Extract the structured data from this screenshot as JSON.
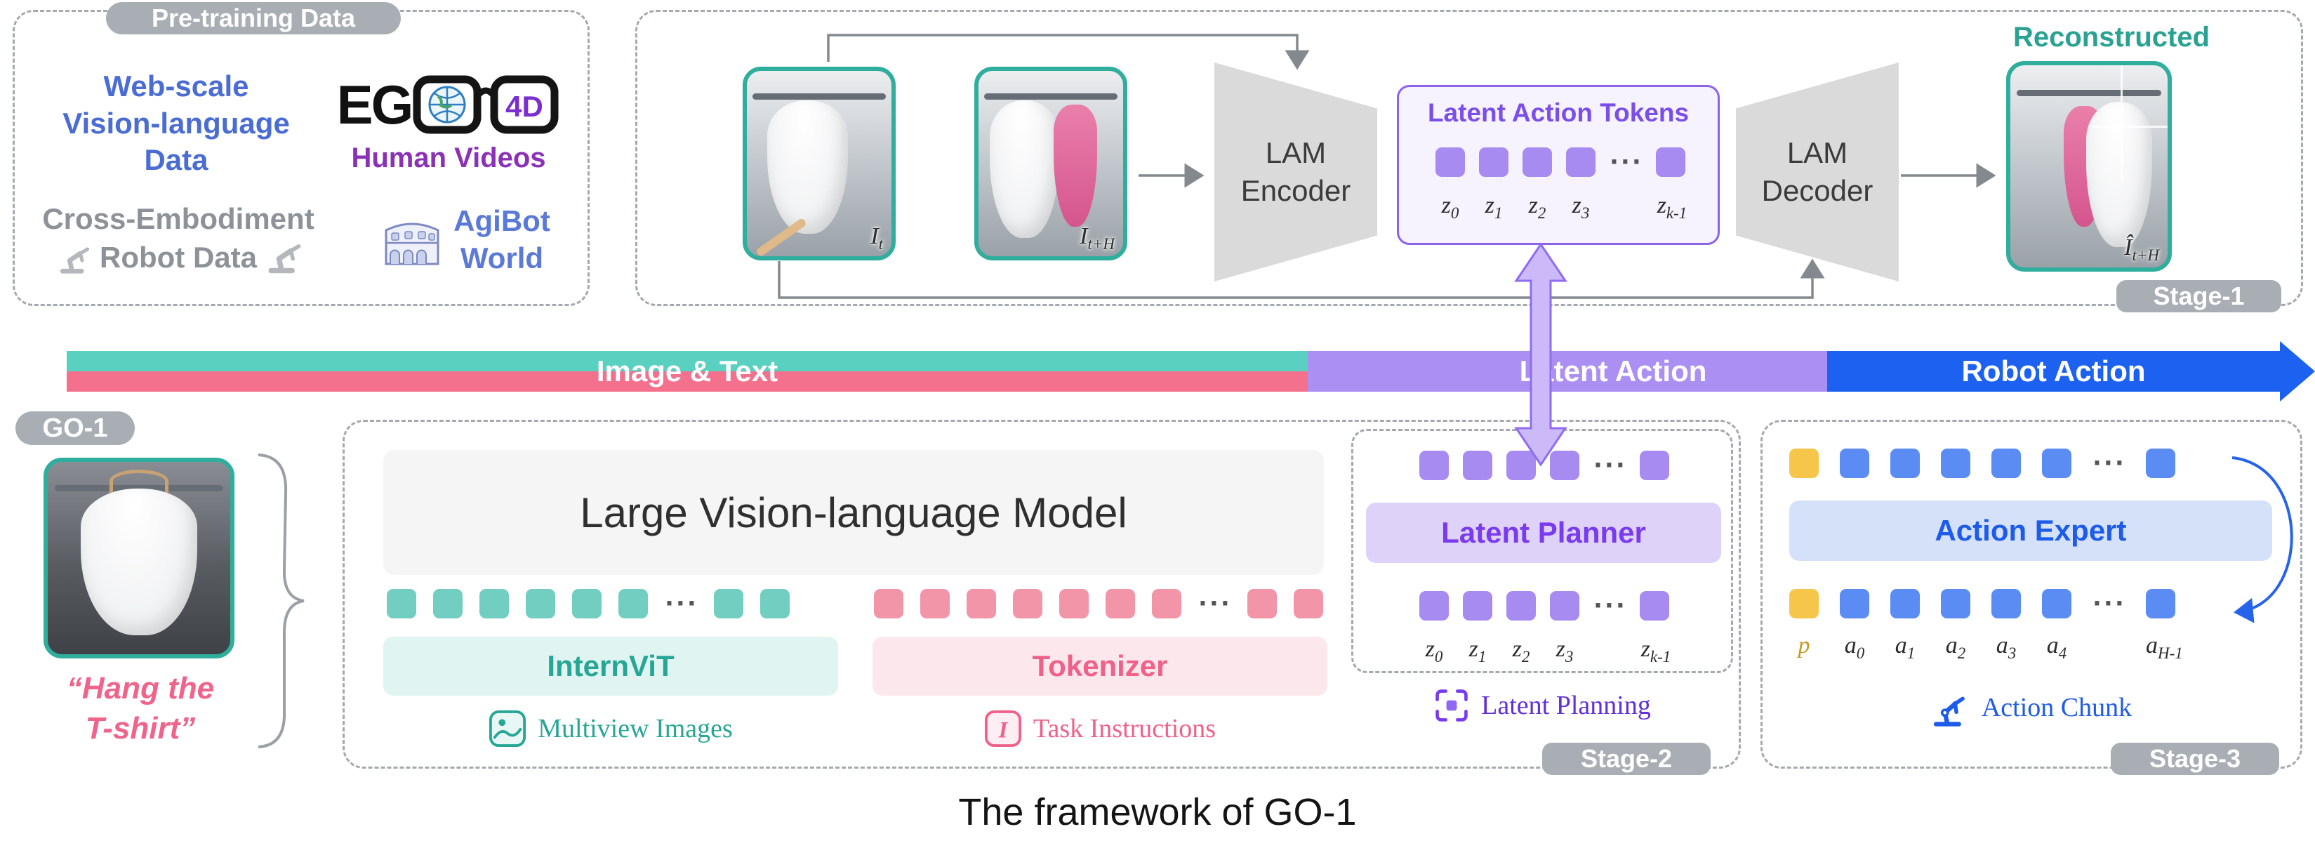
{
  "colors": {
    "teal": "#2fae9e",
    "pink": "#f0638b",
    "purple": "#7a3bf0",
    "blue": "#1d5be8",
    "yellow": "#f6c64b",
    "pill_gray": "#a9aeb4"
  },
  "caption": "The framework of GO-1",
  "pretraining": {
    "title": "Pre-training Data",
    "web_scale": "Web-scale\nVision-language\nData",
    "ego_prefix": "EG",
    "ego_4d": "4D",
    "human_videos": "Human Videos",
    "cross_embodiment": "Cross-Embodiment\nRobot Data",
    "agibot": "AgiBot\nWorld"
  },
  "stage1": {
    "label": "Stage-1",
    "encoder": "LAM\nEncoder",
    "decoder": "LAM\nDecoder",
    "tokens_title": "Latent Action Tokens",
    "reconstructed": "Reconstructed",
    "img1": {
      "b": "I",
      "s": "t"
    },
    "img2": {
      "b": "I",
      "s": "t+H"
    },
    "recon": {
      "b": "Î",
      "s": "t+H"
    }
  },
  "bar": {
    "image_text": "Image & Text",
    "latent_action": "Latent Action",
    "robot_action": "Robot Action"
  },
  "go1": {
    "label": "GO-1",
    "instruction": "“Hang the\nT-shirt”"
  },
  "stage2": {
    "label": "Stage-2",
    "vlm": "Large Vision-language Model",
    "internvit": "InternViT",
    "tokenizer": "Tokenizer",
    "multiview": "Multiview Images",
    "task_instructions": "Task Instructions",
    "task_icon_letter": "I",
    "latent_planner": "Latent Planner",
    "latent_planning": "Latent Planning"
  },
  "stage3": {
    "label": "Stage-3",
    "action_expert": "Action Expert",
    "action_chunk": "Action Chunk"
  },
  "math": {
    "dots": "···",
    "z": [
      {
        "b": "z",
        "s": "0"
      },
      {
        "b": "z",
        "s": "1"
      },
      {
        "b": "z",
        "s": "2"
      },
      {
        "b": "z",
        "s": "3"
      }
    ],
    "z_last": {
      "b": "z",
      "s": "k-1"
    },
    "p": {
      "b": "p",
      "s": ""
    },
    "a": [
      {
        "b": "a",
        "s": "0"
      },
      {
        "b": "a",
        "s": "1"
      },
      {
        "b": "a",
        "s": "2"
      },
      {
        "b": "a",
        "s": "3"
      },
      {
        "b": "a",
        "s": "4"
      }
    ],
    "a_last": {
      "b": "a",
      "s": "H-1"
    }
  }
}
